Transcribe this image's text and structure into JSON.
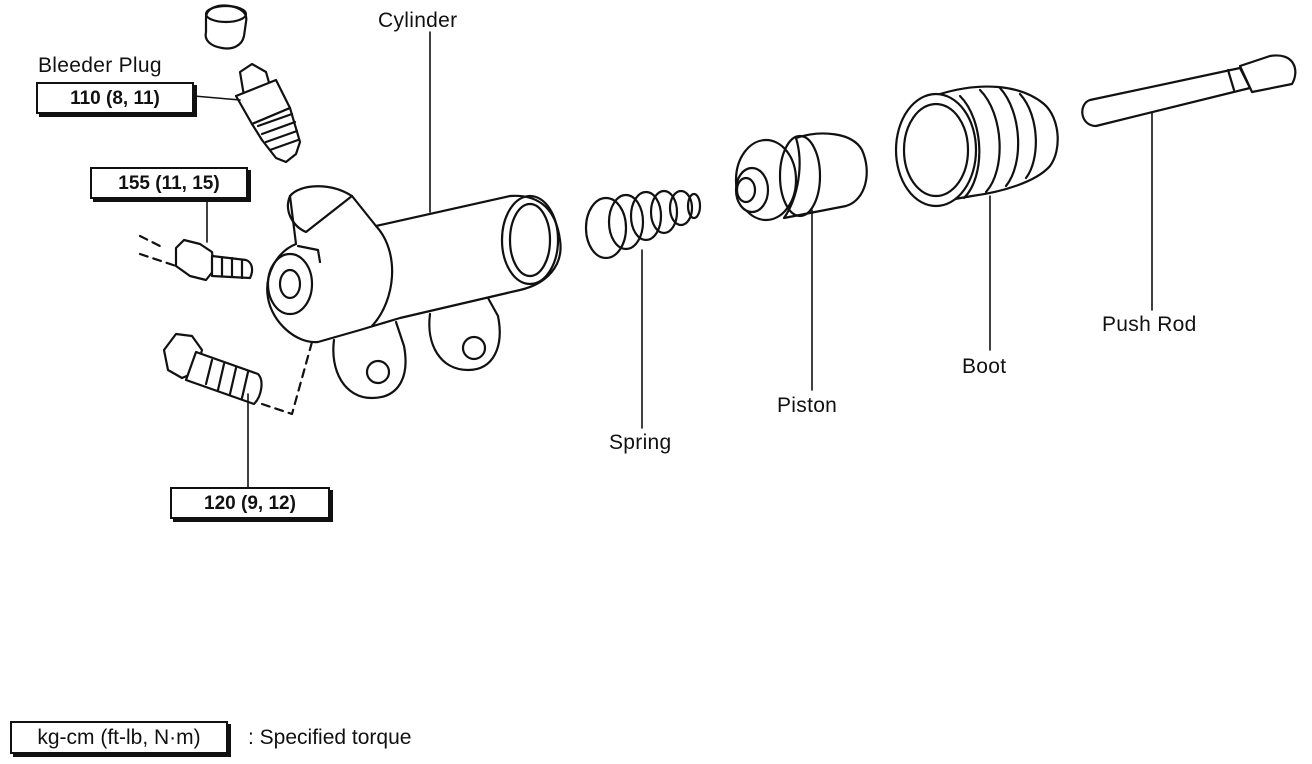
{
  "labels": {
    "cylinder": "Cylinder",
    "bleeder_plug": "Bleeder Plug",
    "spring": "Spring",
    "piston": "Piston",
    "boot": "Boot",
    "push_rod": "Push Rod"
  },
  "torques": {
    "bleeder_plug": "110 (8, 11)",
    "union_bolt": "155 (11, 15)",
    "mount_bolt": "120 (9, 12)"
  },
  "legend": {
    "unit": "kg-cm (ft-lb, N·m)",
    "text": ":  Specified torque"
  }
}
